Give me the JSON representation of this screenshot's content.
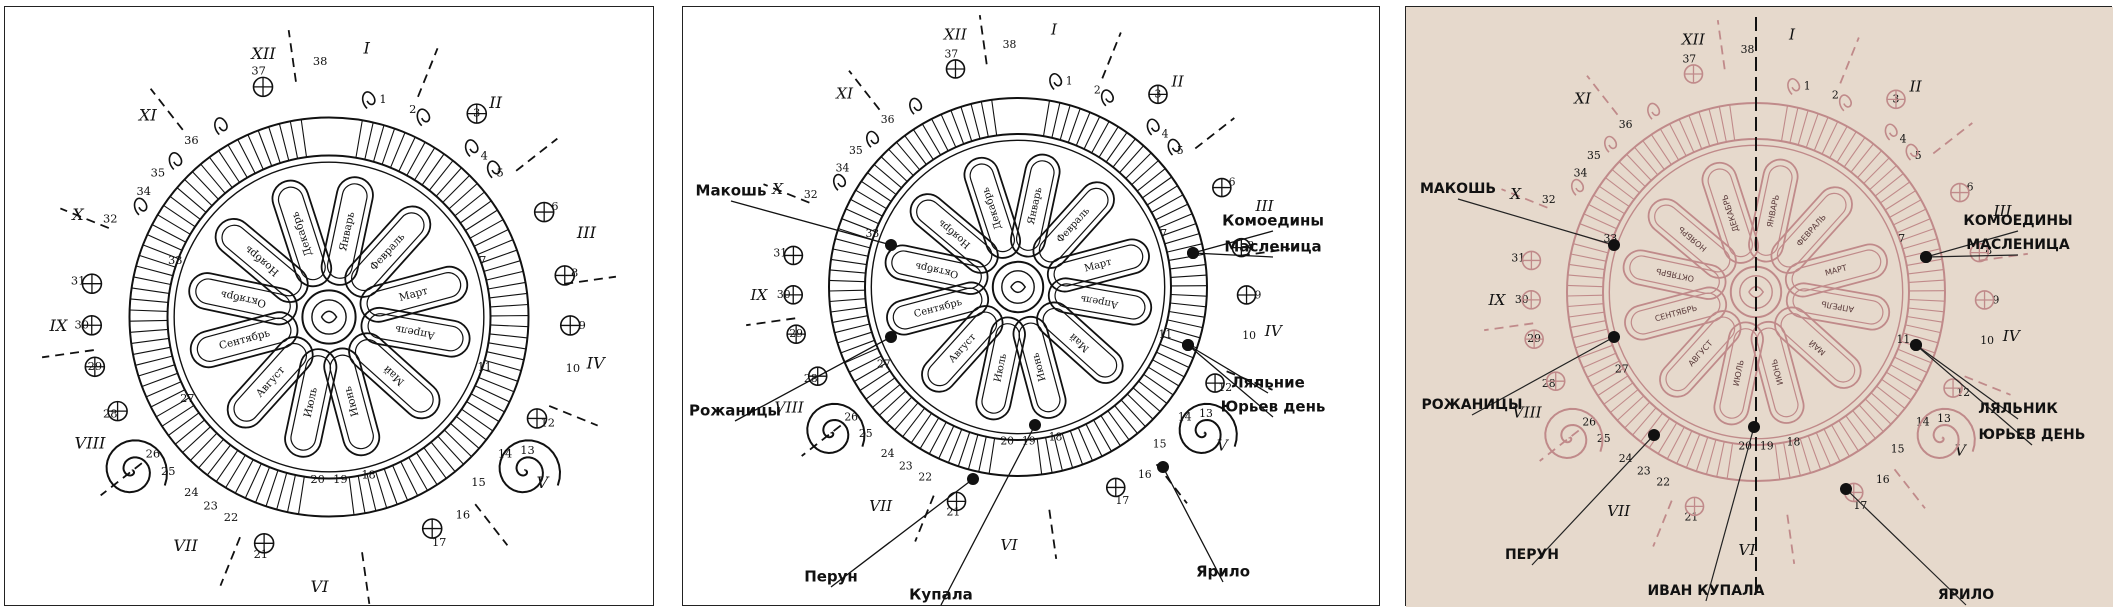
{
  "colors": {
    "ink": "#111111",
    "embroidery": "#b87878",
    "linen": "#e4d6c8",
    "panel_border": "#222222"
  },
  "roman": [
    "I",
    "II",
    "III",
    "IV",
    "V",
    "VI",
    "VII",
    "VIII",
    "IX",
    "X",
    "XI",
    "XII"
  ],
  "months": {
    "p1": [
      "Январь",
      "Февраль",
      "Март",
      "Апрель",
      "Май",
      "Июнь",
      "Июль",
      "Август",
      "Сентябрь",
      "Октябрь",
      "Ноябрь",
      "Декабрь"
    ],
    "p2": [
      "Январь",
      "Февраль",
      "Март",
      "Апрель",
      "Май",
      "Июнь",
      "Июль",
      "Август",
      "Сентябрь",
      "Октябрь",
      "Ноябрь",
      "Декабрь"
    ],
    "p3": [
      "ЯНВАРЬ",
      "ФЕВРАЛЬ",
      "МАРТ",
      "АПРЕЛЬ",
      "МАЙ",
      "ИЮНЬ",
      "ИЮЛЬ",
      "АВГУСТ",
      "СЕНТЯБРЬ",
      "ОКТЯБРЬ",
      "НОЯБРЬ",
      "ДЕКАБРЬ"
    ]
  },
  "numbers": [
    "1",
    "2",
    "3",
    "4",
    "5",
    "6",
    "7",
    "8",
    "9",
    "10",
    "11",
    "12",
    "13",
    "14",
    "15",
    "16",
    "17",
    "18",
    "19",
    "20",
    "21",
    "22",
    "23",
    "24",
    "25",
    "26",
    "27",
    "28",
    "29",
    "30",
    "31",
    "32",
    "33",
    "34",
    "35",
    "36",
    "37",
    "38"
  ],
  "holidays": {
    "p2": {
      "makosh": "Макошь",
      "komoediny": "Комоедины",
      "maslenitsa": "Масленица",
      "lyalnie": "Ляльние",
      "yuriev": "Юрьев день",
      "rozhanitsy": "Рожаницы",
      "perun": "Перун",
      "kupala": "Купала",
      "yarilo": "Ярило"
    },
    "p3": {
      "makosh": "МАКОШЬ",
      "komoediny": "КОМОЕДИНЫ",
      "maslenitsa": "МАСЛЕНИЦА",
      "lyalnik": "ЛЯЛЬНИК",
      "yuriev": "ЮРЬЕВ ДЕНЬ",
      "rozhanitsy": "РОЖАНИЦЫ",
      "perun": "ПЕРУН",
      "ivan_kupala": "ИВАН КУПАЛА",
      "yarilo": "ЯРИЛО"
    }
  }
}
